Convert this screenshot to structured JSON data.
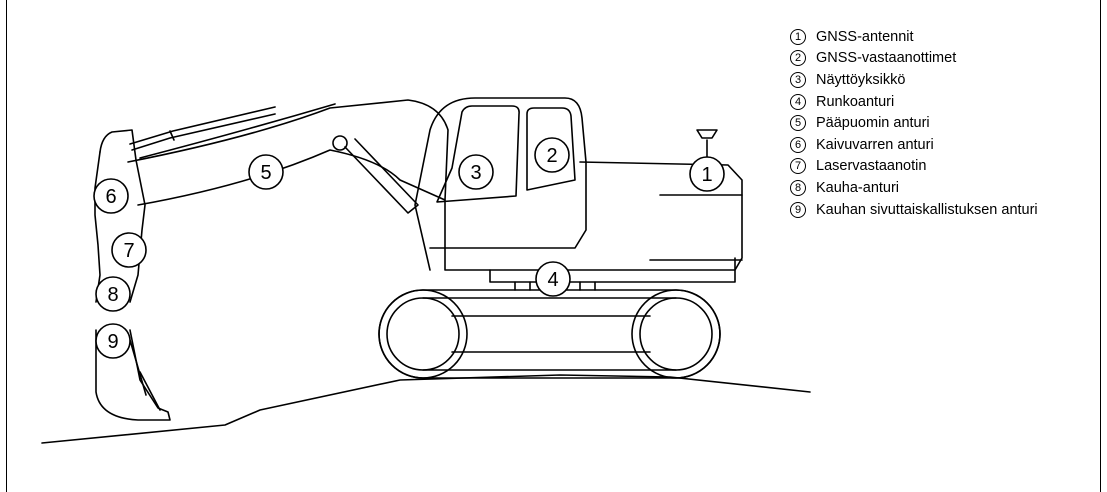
{
  "diagram": {
    "callouts": [
      {
        "id": "callout-1",
        "number": "1"
      },
      {
        "id": "callout-2",
        "number": "2"
      },
      {
        "id": "callout-3",
        "number": "3"
      },
      {
        "id": "callout-4",
        "number": "4"
      },
      {
        "id": "callout-5",
        "number": "5"
      },
      {
        "id": "callout-6",
        "number": "6"
      },
      {
        "id": "callout-7",
        "number": "7"
      },
      {
        "id": "callout-8",
        "number": "8"
      },
      {
        "id": "callout-9",
        "number": "9"
      }
    ]
  },
  "legend": {
    "items": [
      {
        "number": "1",
        "label": "GNSS-antennit"
      },
      {
        "number": "2",
        "label": "GNSS-vastaanottimet"
      },
      {
        "number": "3",
        "label": "Näyttöyksikkö"
      },
      {
        "number": "4",
        "label": "Runkoanturi"
      },
      {
        "number": "5",
        "label": "Pääpuomin anturi"
      },
      {
        "number": "6",
        "label": "Kaivuvarren anturi"
      },
      {
        "number": "7",
        "label": "Laservastaanotin"
      },
      {
        "number": "8",
        "label": "Kauha-anturi"
      },
      {
        "number": "9",
        "label": "Kauhan sivuttaiskallistuksen anturi"
      }
    ]
  }
}
